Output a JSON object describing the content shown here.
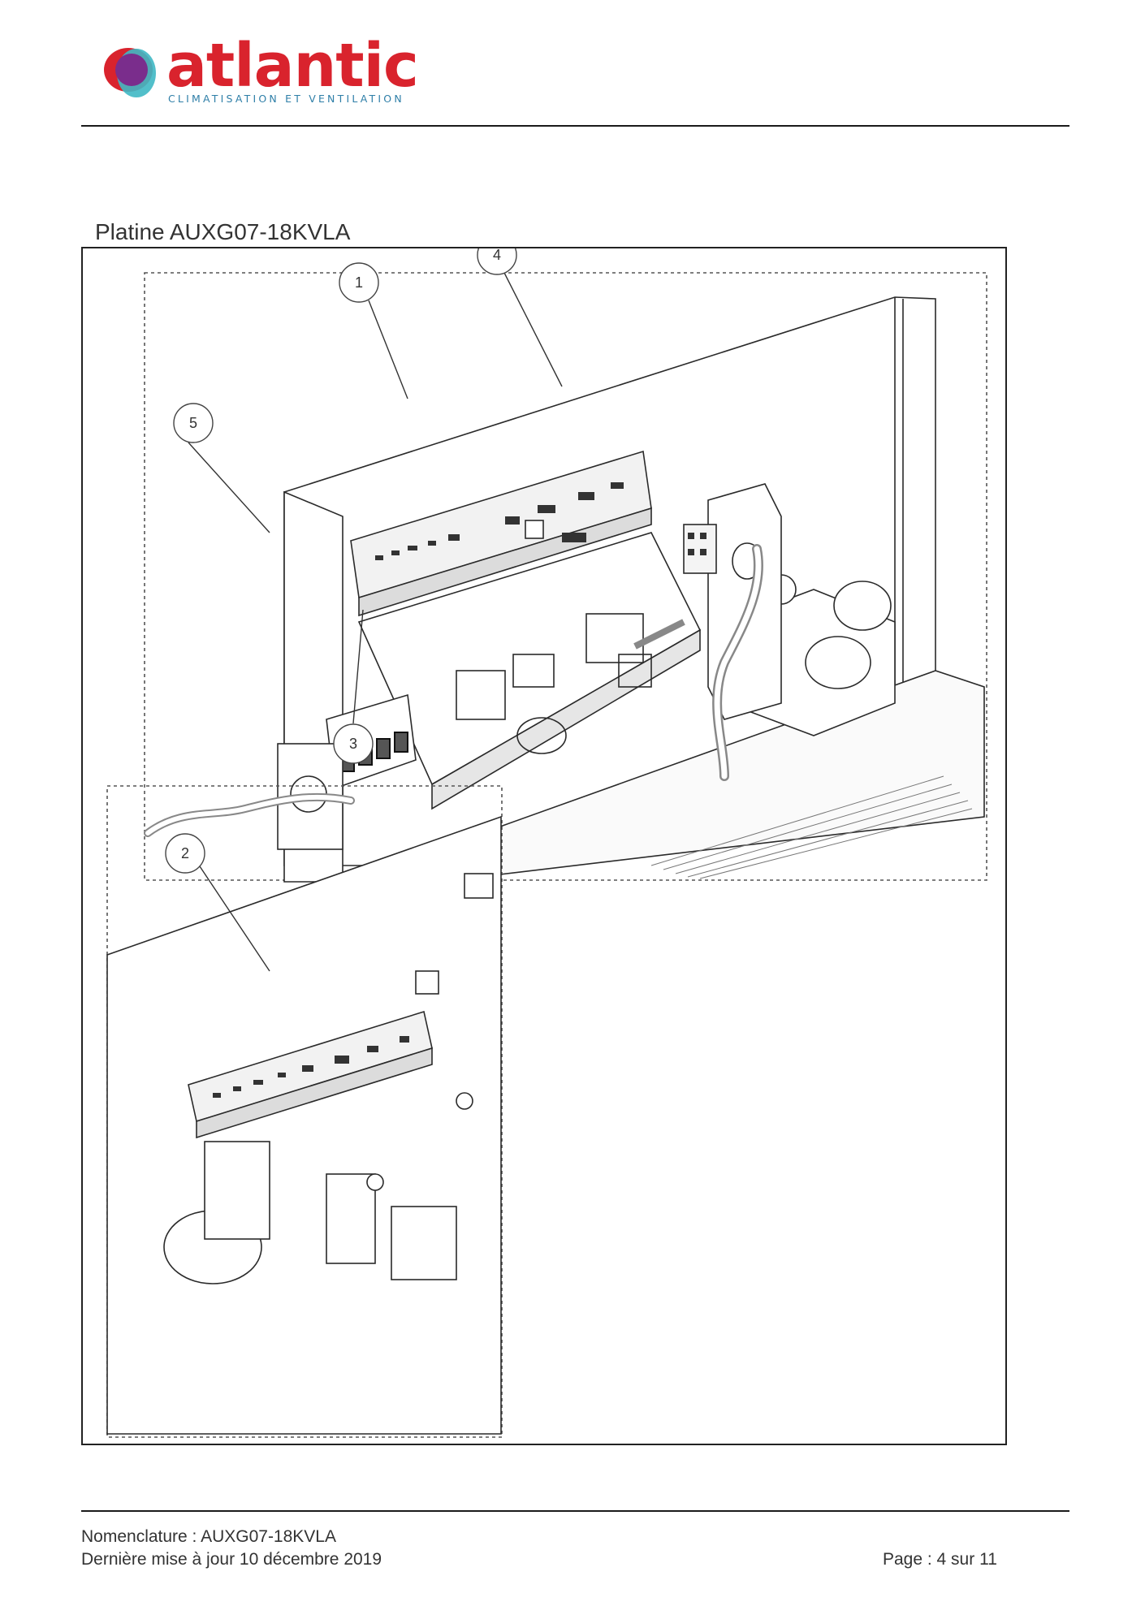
{
  "header": {
    "brand_name": "atlantic",
    "brand_tagline": "CLIMATISATION ET VENTILATION",
    "brand_colors": {
      "red": "#d9232d",
      "purple": "#7a2d8c",
      "blue": "#2f7fa8",
      "teal": "#3fb8c4"
    }
  },
  "section": {
    "title": "Platine AUXG07-18KVLA"
  },
  "figure": {
    "callouts": [
      {
        "label": "1"
      },
      {
        "label": "2"
      },
      {
        "label": "3"
      },
      {
        "label": "4"
      },
      {
        "label": "5"
      }
    ]
  },
  "footer": {
    "nomenclature": "Nomenclature : AUXG07-18KVLA",
    "last_update": "Dernière mise à jour 10 décembre 2019",
    "page": "Page : 4 sur 11"
  }
}
